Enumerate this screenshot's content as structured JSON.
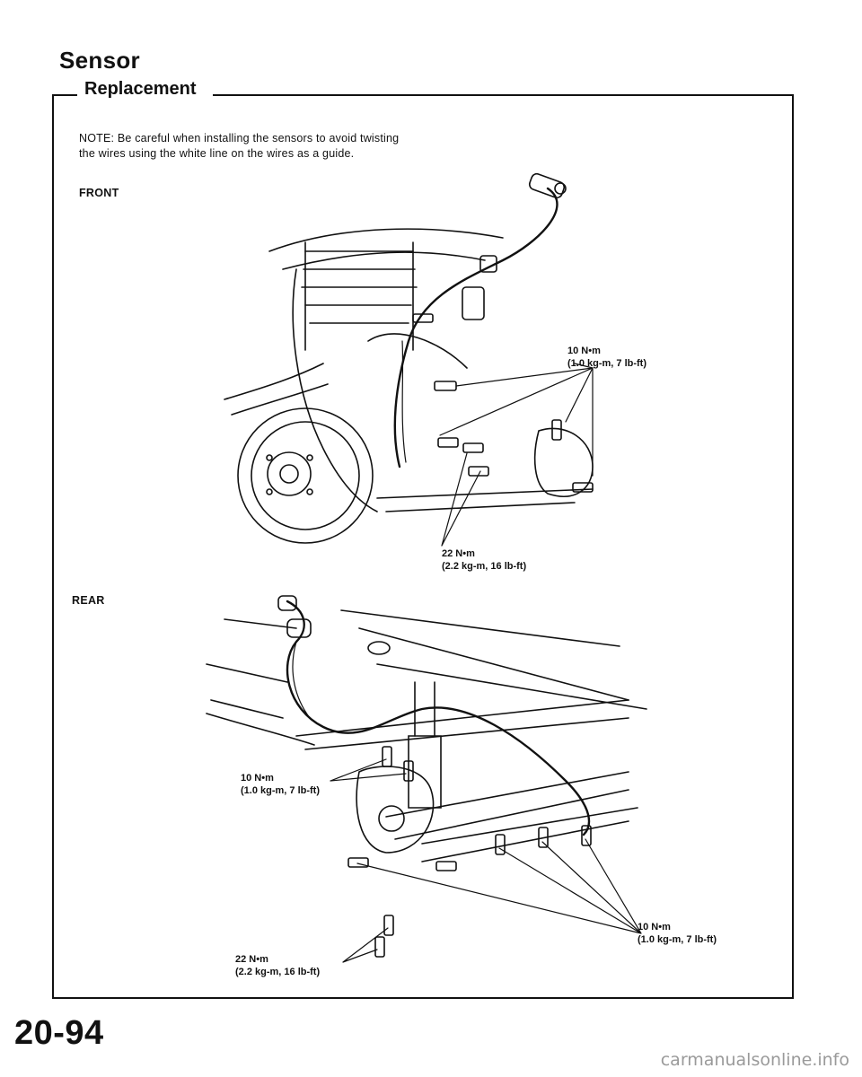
{
  "page": {
    "heading": "Sensor",
    "subheading": "Replacement",
    "note": "NOTE: Be careful when installing the sensors to avoid twisting the wires using the white line on the wires as a guide.",
    "page_number": "20-94",
    "watermark": "carmanualsonline.info"
  },
  "front": {
    "label": "FRONT",
    "torque_10": {
      "value": "10 N•m",
      "spec": "(1.0 kg-m, 7 lb-ft)"
    },
    "torque_22": {
      "value": "22 N•m",
      "spec": "(2.2 kg-m, 16 lb-ft)"
    }
  },
  "rear": {
    "label": "REAR",
    "torque_10_left": {
      "value": "10 N•m",
      "spec": "(1.0 kg-m, 7 lb-ft)"
    },
    "torque_10_right": {
      "value": "10 N•m",
      "spec": "(1.0 kg-m, 7 lb-ft)"
    },
    "torque_22": {
      "value": "22 N•m",
      "spec": "(2.2 kg-m, 16 lb-ft)"
    }
  },
  "colors": {
    "ink": "#111111",
    "watermark": "#9a9a9a",
    "paper": "#ffffff"
  },
  "icons": [
    "front-suspension-illustration",
    "rear-suspension-illustration",
    "bolt-icon"
  ]
}
